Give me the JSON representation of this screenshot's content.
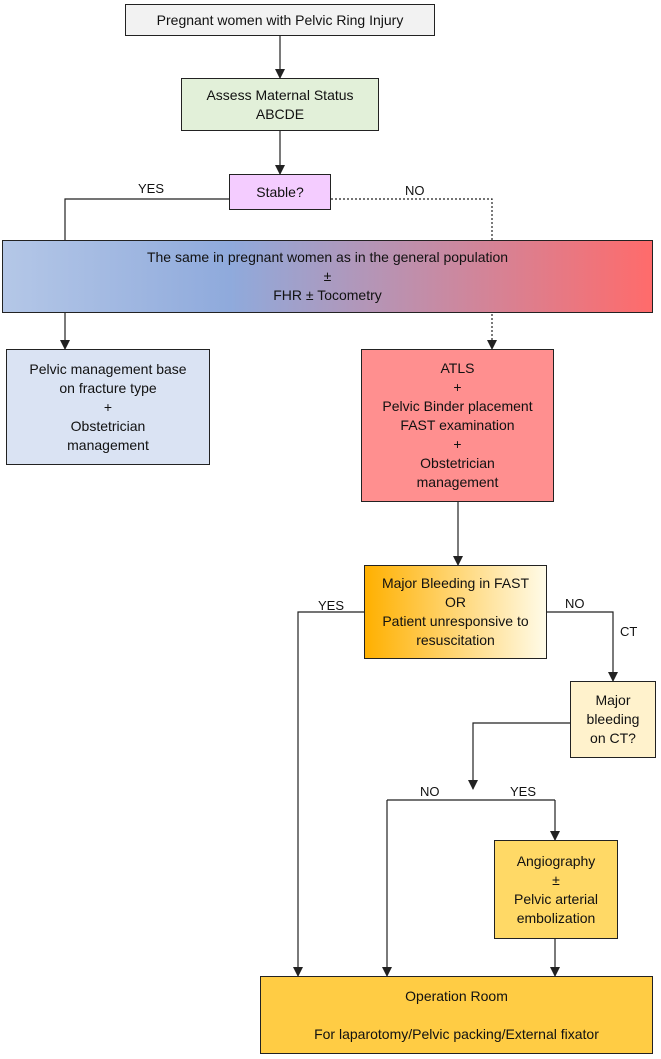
{
  "nodes": {
    "start": {
      "lines": [
        "Pregnant women with Pelvic Ring Injury"
      ],
      "fill": "#f2f2f2"
    },
    "assess": {
      "lines": [
        "Assess Maternal Status",
        "ABCDE"
      ],
      "fill": "#e2f0d9"
    },
    "stable": {
      "lines": [
        "Stable?"
      ],
      "fill": "#f4ccff"
    },
    "general": {
      "lines": [
        "The same in pregnant women as in the general population",
        "±",
        "FHR ± Tocometry"
      ],
      "fill_start": "#b4c7e7",
      "fill_mid": "#8faadc",
      "fill_end": "#ff6b6b"
    },
    "pelvic_mgmt": {
      "lines": [
        "Pelvic management base",
        "on fracture type",
        "+",
        "Obstetrician",
        "management"
      ],
      "fill": "#dae3f3"
    },
    "atls": {
      "lines": [
        "ATLS",
        "+",
        "Pelvic Binder placement",
        "FAST examination",
        "+",
        "Obstetrician",
        "management"
      ],
      "fill": "#ff8f8f"
    },
    "major_bleeding_fast": {
      "lines": [
        "Major Bleeding in FAST",
        "OR",
        "Patient unresponsive to",
        "resuscitation"
      ],
      "fill_start": "#ffb000",
      "fill_end": "#fffbe8"
    },
    "major_bleeding_ct": {
      "lines": [
        "Major",
        "bleeding",
        "on CT?"
      ],
      "fill": "#fff2cc"
    },
    "angiography": {
      "lines": [
        "Angiography",
        "±",
        "Pelvic arterial",
        "embolization"
      ],
      "fill": "#ffd966"
    },
    "operation": {
      "lines": [
        "Operation Room",
        "",
        "For laparotomy/Pelvic packing/External fixator"
      ],
      "fill": "#ffcc44"
    }
  },
  "edge_labels": {
    "stable_yes": "YES",
    "stable_no": "NO",
    "fast_yes": "YES",
    "fast_no": "NO",
    "fast_ct": "CT",
    "ct_no": "NO",
    "ct_yes": "YES"
  },
  "line_color": "#222222"
}
